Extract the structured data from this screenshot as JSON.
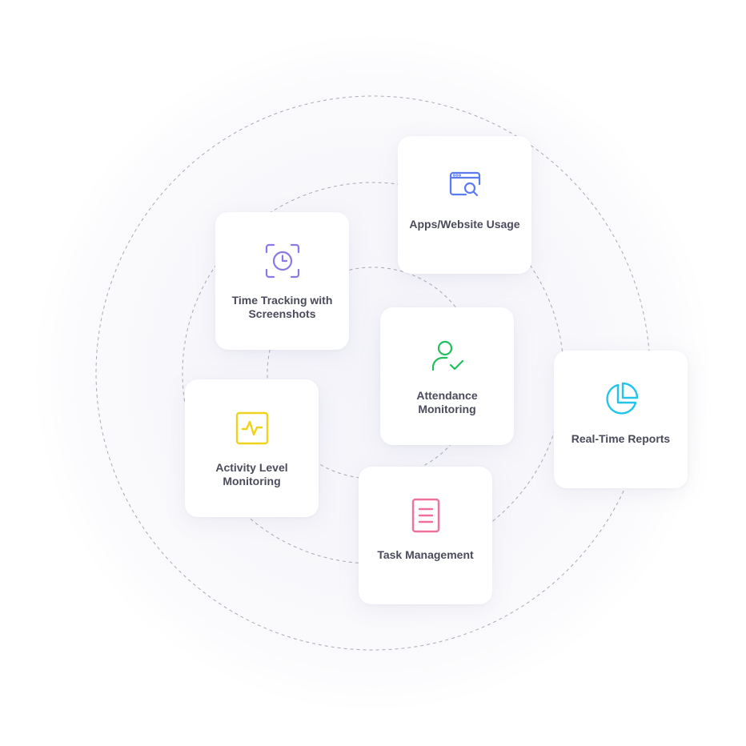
{
  "colors": {
    "apps": "#5b7cf0",
    "time": "#8b78e6",
    "attendance": "#1fbf5c",
    "reports": "#22c4ec",
    "activity": "#efd21a",
    "task": "#f0709e",
    "label": "#4a4b5c",
    "orbit": "#a8a8b8"
  },
  "features": [
    {
      "id": "apps",
      "label": "Apps/Website Usage",
      "icon": "browser-search-icon"
    },
    {
      "id": "time",
      "label": "Time Tracking with Screenshots",
      "icon": "screenshot-clock-icon"
    },
    {
      "id": "attendance",
      "label": "Attendance Monitoring",
      "icon": "user-check-icon"
    },
    {
      "id": "reports",
      "label": "Real-Time Reports",
      "icon": "pie-chart-icon"
    },
    {
      "id": "activity",
      "label": "Activity Level Monitoring",
      "icon": "activity-pulse-icon"
    },
    {
      "id": "task",
      "label": "Task Management",
      "icon": "document-icon"
    }
  ]
}
